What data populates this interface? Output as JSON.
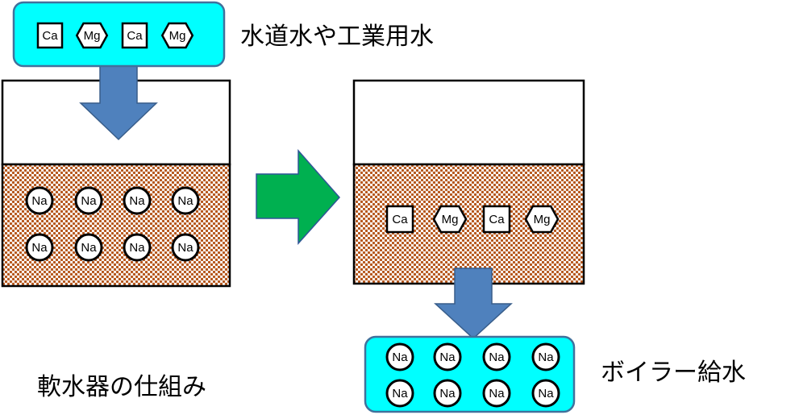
{
  "title": "軟水器の仕組み",
  "labels": {
    "input_water": "水道水や工業用水",
    "output_water": "ボイラー給水",
    "caption": "軟水器の仕組み"
  },
  "colors": {
    "water_box_fill": "#00FFFF",
    "water_box_stroke": "#41719C",
    "arrow_blue": "#4F81BD",
    "arrow_blue_stroke": "#385D8A",
    "arrow_green": "#00B050",
    "arrow_green_stroke": "#2F5597",
    "resin_brown": "#B5561B",
    "tank_stroke": "#000000"
  },
  "input_water": {
    "ions": [
      {
        "symbol": "Ca",
        "shape": "square"
      },
      {
        "symbol": "Mg",
        "shape": "hexagon"
      },
      {
        "symbol": "Ca",
        "shape": "square"
      },
      {
        "symbol": "Mg",
        "shape": "hexagon"
      }
    ]
  },
  "tank_before": {
    "ions": [
      [
        "Na",
        "Na",
        "Na",
        "Na"
      ],
      [
        "Na",
        "Na",
        "Na",
        "Na"
      ]
    ]
  },
  "tank_after": {
    "ions": [
      {
        "symbol": "Ca",
        "shape": "square"
      },
      {
        "symbol": "Mg",
        "shape": "hexagon"
      },
      {
        "symbol": "Ca",
        "shape": "square"
      },
      {
        "symbol": "Mg",
        "shape": "hexagon"
      }
    ]
  },
  "output_water": {
    "ions": [
      [
        "Na",
        "Na",
        "Na",
        "Na"
      ],
      [
        "Na",
        "Na",
        "Na",
        "Na"
      ]
    ]
  }
}
